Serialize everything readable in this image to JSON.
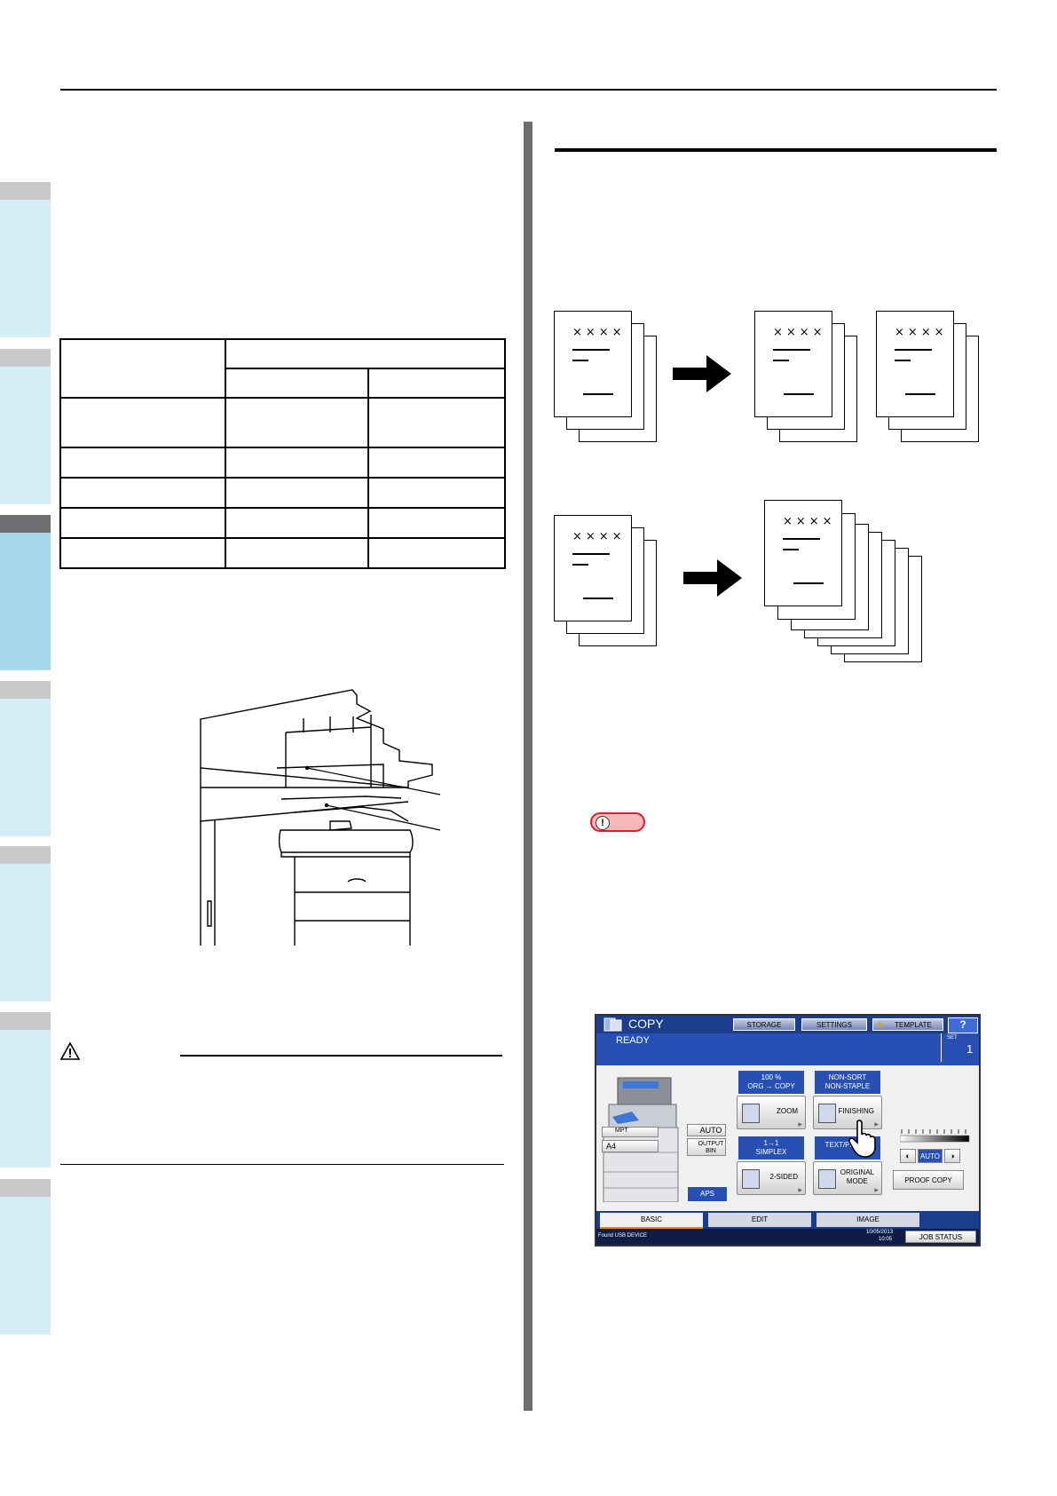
{
  "note": {
    "icon": "exclamation-icon",
    "mark": "!"
  },
  "documents": {
    "marks": "××××"
  },
  "panel": {
    "title": "COPY",
    "status": "READY",
    "top_buttons": [
      "STORAGE",
      "SETTINGS",
      "TEMPLATE"
    ],
    "help": "?",
    "set_label": "SET",
    "set_value": "1",
    "paper": {
      "mpt": "MPT",
      "a4": "A4",
      "auto": "AUTO",
      "output_bin": "OUTPUT BIN",
      "aps": "APS"
    },
    "zoom": {
      "label_line1": "100 %",
      "label_line2": "ORG  →  COPY",
      "button": "ZOOM"
    },
    "finishing": {
      "label_line1": "NON-SORT",
      "label_line2": "NON-STAPLE",
      "button": "FINISHING"
    },
    "sided": {
      "label_line1": "1→1",
      "label_line2": "SIMPLEX",
      "button": "2-SIDED"
    },
    "original": {
      "label": "TEXT/PHOTO",
      "button_line1": "ORIGINAL",
      "button_line2": "MODE"
    },
    "density": {
      "auto": "AUTO"
    },
    "proof_copy": "PROOF COPY",
    "tabs": [
      "BASIC",
      "EDIT",
      "IMAGE"
    ],
    "footer_msg": "Found USB DEVICE",
    "footer_date": "10/05/2013",
    "footer_time": "10:05",
    "job_status": "JOB STATUS"
  },
  "colors": {
    "side_tab": "#d6ecf7",
    "side_tab_active": "#a6d9ee",
    "panel_blue": "#2850b4",
    "note_red": "#e31837"
  }
}
